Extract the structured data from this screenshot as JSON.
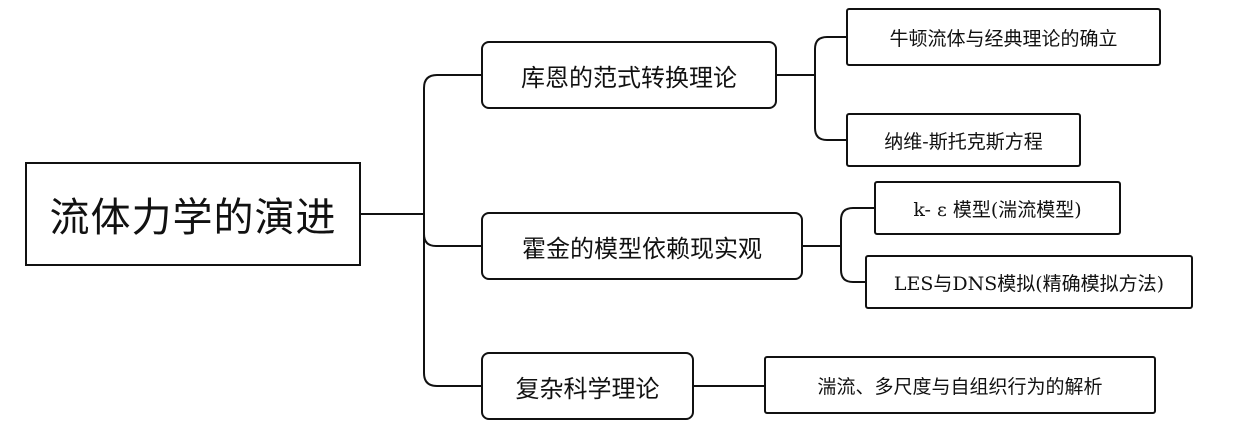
{
  "mindmap": {
    "root": "流体力学的演进",
    "branches": [
      {
        "label": "库恩的范式转换理论",
        "children": [
          "牛顿流体与经典理论的确立",
          "纳维-斯托克斯方程"
        ]
      },
      {
        "label": "霍金的模型依赖现实观",
        "children": [
          "k- ε 模型(湍流模型)",
          "LES与DNS模拟(精确模拟方法)"
        ]
      },
      {
        "label": "复杂科学理论",
        "children": [
          "湍流、多尺度与自组织行为的解析"
        ]
      }
    ]
  }
}
